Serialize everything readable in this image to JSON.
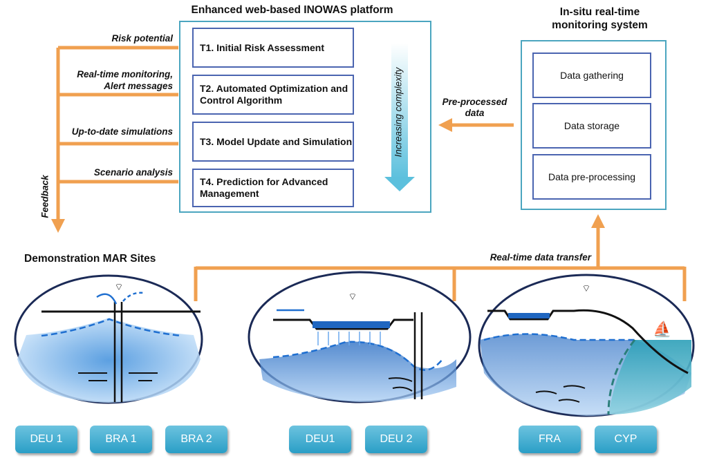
{
  "platform": {
    "title": "Enhanced web-based INOWAS platform",
    "tasks": [
      "T1. Initial Risk Assessment",
      "T2. Automated Optimization and Control Algorithm",
      "T3. Model Update and Simulation",
      "T4. Prediction for Advanced Management"
    ],
    "complexity_label": "Increasing complexity"
  },
  "monitoring": {
    "title": "In-situ real-time monitoring system",
    "items": [
      "Data gathering",
      "Data storage",
      "Data pre-processing"
    ]
  },
  "feedback": {
    "label": "Feedback",
    "items": [
      "Risk potential",
      "Real-time monitoring, Alert messages",
      "Up-to-date simulations",
      "Scenario analysis"
    ]
  },
  "preprocessed_label": "Pre-processed data",
  "transfer_label": "Real-time data transfer",
  "sites": {
    "title": "Demonstration MAR Sites",
    "labels": [
      "DEU 1",
      "BRA 1",
      "BRA 2",
      "DEU1",
      "DEU 2",
      "FRA",
      "CYP"
    ]
  },
  "colors": {
    "arrow": "#f0a050",
    "box_border": "#4a64b0",
    "panel_border": "#4aa5bf",
    "site_button": "#2a9ec6"
  }
}
